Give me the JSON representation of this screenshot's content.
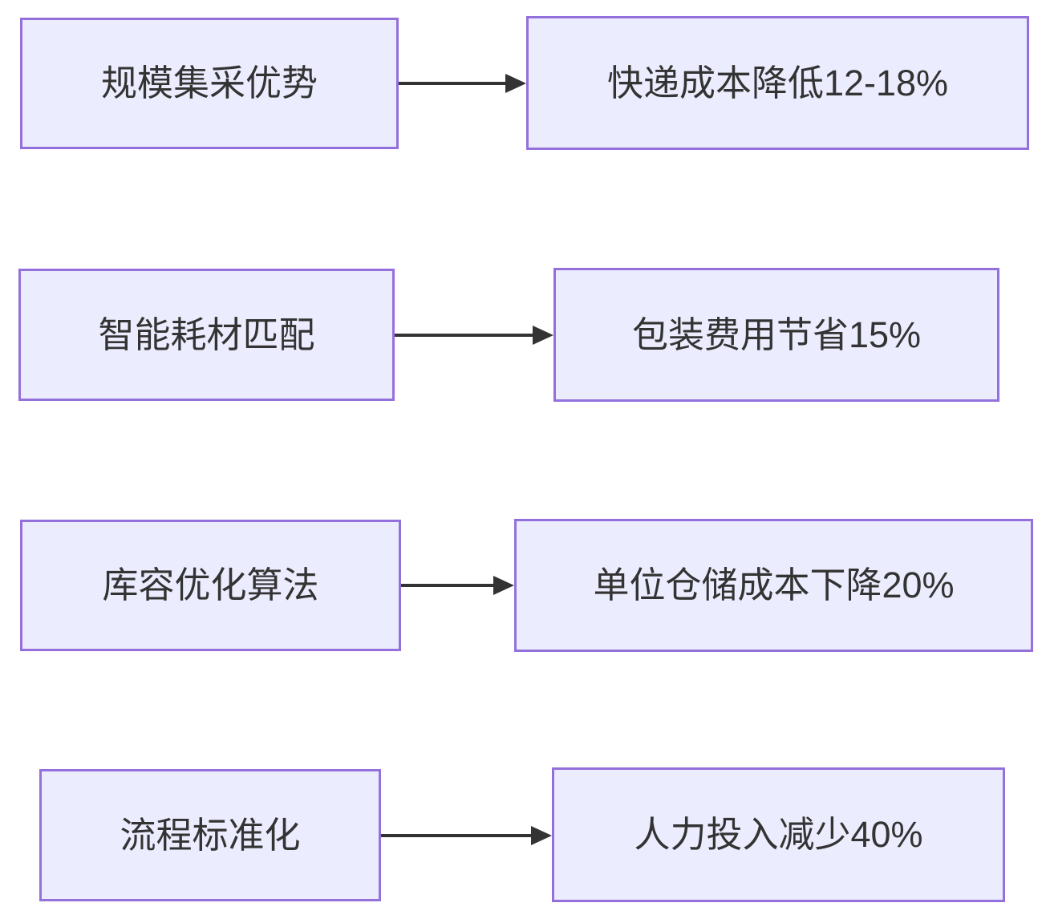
{
  "diagram": {
    "type": "flowchart-left-to-right-pairs",
    "colors": {
      "node_fill": "#ECECFF",
      "node_border": "#9370DB",
      "arrow": "#333333",
      "text": "#333333",
      "background": "#FFFFFF"
    },
    "rows": [
      {
        "source": "规模集采优势",
        "target": "快递成本降低12-18%"
      },
      {
        "source": "智能耗材匹配",
        "target": "包装费用节省15%"
      },
      {
        "source": "库容优化算法",
        "target": "单位仓储成本下降20%"
      },
      {
        "source": "流程标准化",
        "target": "人力投入减少40%"
      }
    ]
  }
}
